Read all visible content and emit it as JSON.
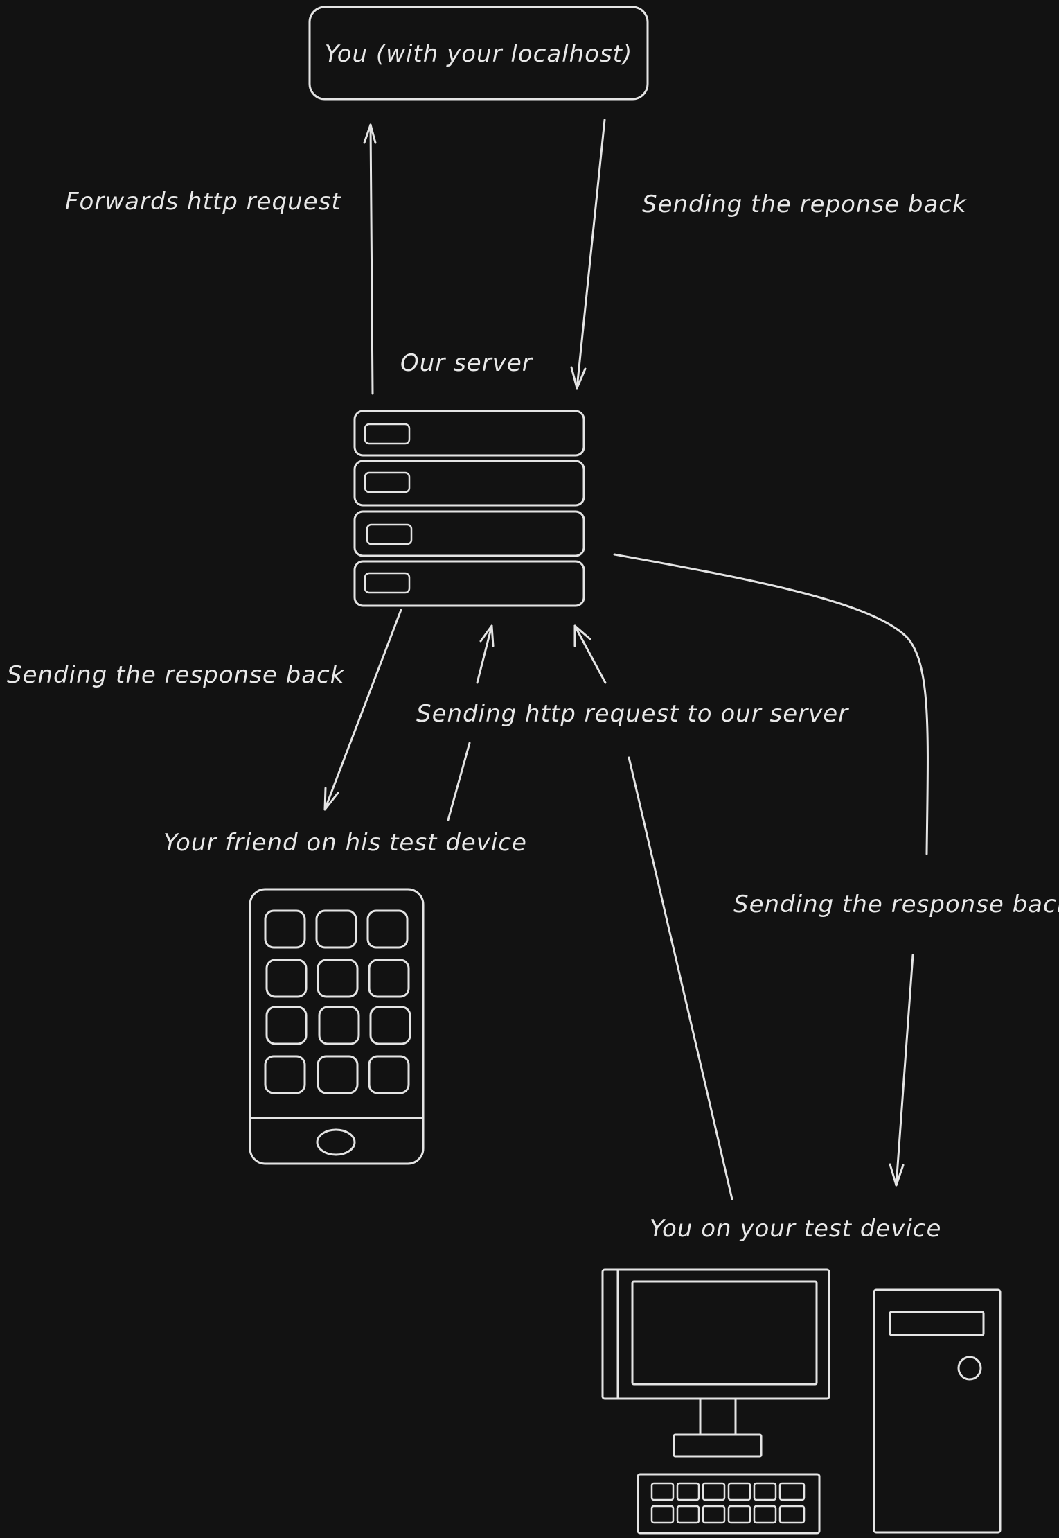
{
  "theme": {
    "background": "#121212",
    "stroke": "#e4e4e4",
    "text": "#e8e8e8"
  },
  "nodes": {
    "localhost": {
      "label": "You (with your localhost)",
      "shape": "rounded-rectangle"
    },
    "server": {
      "label": "Our server",
      "icon": "server-rack-icon"
    },
    "friend_device": {
      "label": "Your friend on his test device",
      "icon": "smartphone-icon"
    },
    "your_device": {
      "label": "You on your test device",
      "icon": "desktop-computer-icon"
    }
  },
  "edges": {
    "forwards": {
      "label": "Forwards http request"
    },
    "response_to_localhost": {
      "label": "Sending the reponse back"
    },
    "response_to_friend": {
      "label": "Sending the response back"
    },
    "request_to_server": {
      "label": "Sending http request to our server"
    },
    "response_to_you": {
      "label": "Sending the response back"
    }
  }
}
